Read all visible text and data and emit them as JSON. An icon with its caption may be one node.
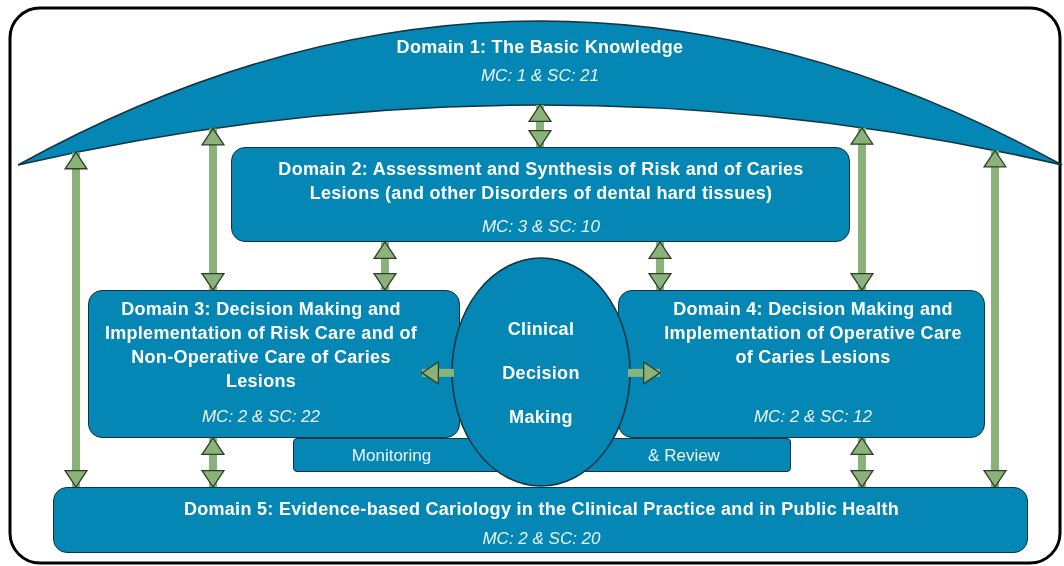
{
  "diagram": {
    "nodes": [
      {
        "text": [
          "Domain 1: The Basic Knowledge",
          "MC: 1 & SC: 21"
        ]
      },
      {
        "text": [
          "Domain 2: Assessment and Synthesis of Risk and of Caries Lesions (and other Disorders of dental hard tissues)",
          "MC: 3 & SC: 10"
        ]
      },
      {
        "text": [
          "Domain 3: Decision Making and Implementation of Risk Care and of Non-Operative Care of Caries Lesions",
          "MC: 2 & SC: 22"
        ]
      },
      {
        "text": [
          "Domain 4: Decision Making and Implementation of Operative Care of Caries Lesions",
          "MC: 2 & SC: 12"
        ]
      },
      {
        "text": [
          "Monitoring",
          "& Review"
        ]
      },
      {
        "text": [
          "Clinical Decision Making"
        ]
      },
      {
        "text": [
          "Domain 5: Evidence-based Cariology in the Clinical Practice and in Public Health",
          "MC: 2 & SC: 20"
        ]
      }
    ],
    "edges": [
      {
        "from": 0,
        "to": 1,
        "arrow": "both"
      },
      {
        "from": 0,
        "to": 2,
        "arrow": "both"
      },
      {
        "from": 0,
        "to": 3,
        "arrow": "both"
      },
      {
        "from": 0,
        "to": 6,
        "arrow": "both"
      },
      {
        "from": 0,
        "to": 6,
        "arrow": "both"
      },
      {
        "from": 1,
        "to": 2,
        "arrow": "both"
      },
      {
        "from": 1,
        "to": 3,
        "arrow": "both"
      },
      {
        "from": 2,
        "to": 6,
        "arrow": "both"
      },
      {
        "from": 3,
        "to": 6,
        "arrow": "both"
      },
      {
        "from": 5,
        "to": 2,
        "arrow": "to"
      },
      {
        "from": 5,
        "to": 3,
        "arrow": "to"
      }
    ]
  }
}
